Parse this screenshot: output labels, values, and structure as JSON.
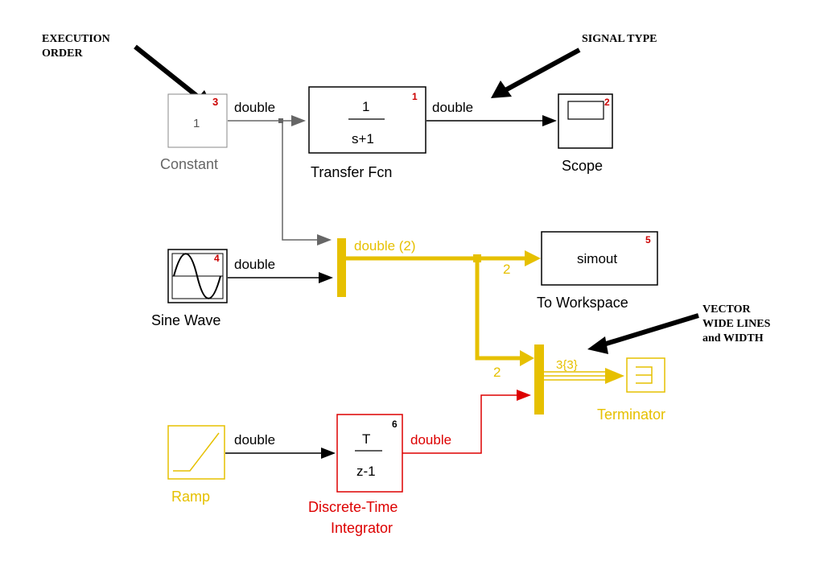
{
  "annotations": {
    "execution_order": [
      "EXECUTION",
      "ORDER"
    ],
    "signal_type": "SIGNAL TYPE",
    "vector_lines": [
      "VECTOR",
      "WIDE LINES",
      "and WIDTH"
    ]
  },
  "blocks": {
    "constant": {
      "value": "1",
      "order": "3",
      "label": "Constant"
    },
    "transfer_fcn": {
      "numerator": "1",
      "denominator": "s+1",
      "order": "1",
      "label": "Transfer Fcn"
    },
    "scope": {
      "order": "2",
      "label": "Scope"
    },
    "sine_wave": {
      "order": "4",
      "label": "Sine Wave"
    },
    "to_workspace": {
      "value": "simout",
      "order": "5",
      "label": "To Workspace"
    },
    "terminator": {
      "label": "Terminator"
    },
    "ramp": {
      "label": "Ramp"
    },
    "integrator": {
      "numerator": "T",
      "denominator": "z-1",
      "order": "6",
      "label_line1": "Discrete-Time",
      "label_line2": "Integrator"
    }
  },
  "signals": {
    "constant_out": "double",
    "tf_out": "double",
    "sine_out": "double",
    "mux1_out": "double (2)",
    "branch_to_workspace": "2",
    "branch_to_mux2": "2",
    "mux2_out": "3{3}",
    "ramp_out": "double",
    "integrator_out": "double"
  },
  "colors": {
    "black": "#000000",
    "gray": "#666666",
    "yellow": "#e6c000",
    "red": "#dd0000"
  }
}
